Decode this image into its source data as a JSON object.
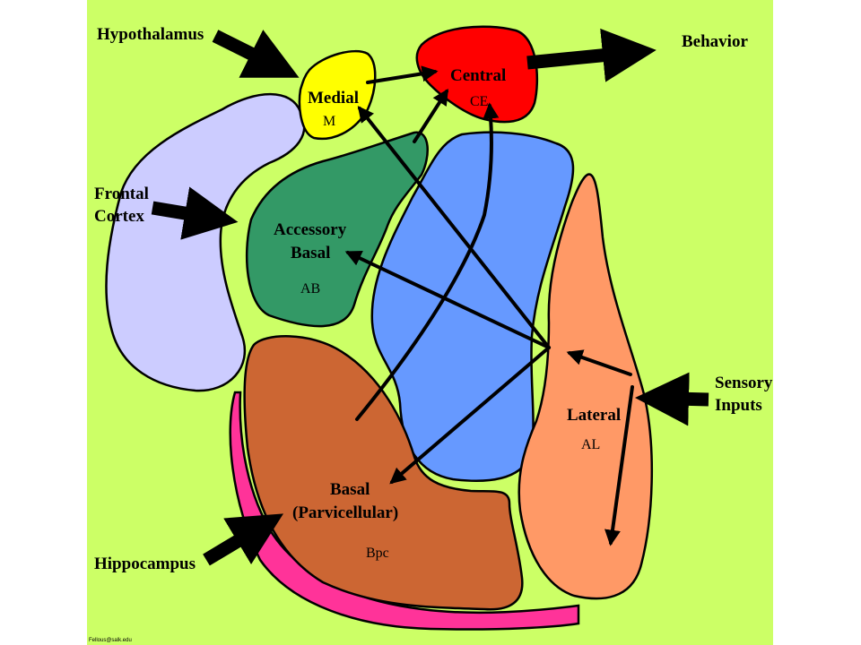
{
  "colors": {
    "background": "#ccff66",
    "medial": "#ffff00",
    "central": "#ff0000",
    "frontal_cortex": "#ccccff",
    "accessory_basal": "#339966",
    "lateral_nucleus_blue": "#6699ff",
    "lateral": "#ff9966",
    "basal": "#cc6633",
    "hippocampus": "#ff3399"
  },
  "inputs": {
    "hypothalamus": "Hypothalamus",
    "frontal_line1": "Frontal",
    "frontal_line2": "Cortex",
    "sensory_line1": "Sensory",
    "sensory_line2": "Inputs",
    "hippocampus": "Hippocampus"
  },
  "outputs": {
    "behavior": "Behavior"
  },
  "regions": {
    "medial": {
      "name": "Medial",
      "abbr": "M"
    },
    "central": {
      "name": "Central",
      "abbr": "CE"
    },
    "accessory_basal": {
      "name_line1": "Accessory",
      "name_line2": "Basal",
      "abbr": "AB"
    },
    "lateral": {
      "name": "Lateral",
      "abbr": "AL"
    },
    "basal": {
      "name_line1": "Basal",
      "name_line2": "(Parvicellular)",
      "abbr": "Bpc"
    }
  },
  "footer": {
    "credit": "Fellous@salk.edu"
  }
}
